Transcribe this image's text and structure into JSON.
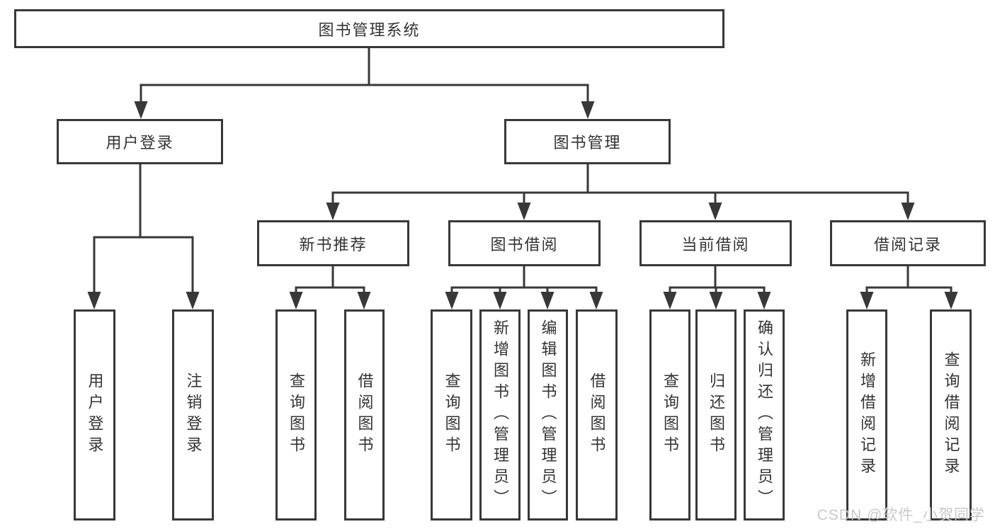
{
  "diagram": {
    "root": {
      "label": "图书管理系统"
    },
    "level2": [
      {
        "label": "用户登录"
      },
      {
        "label": "图书管理"
      }
    ],
    "level3": [
      {
        "label": "新书推荐"
      },
      {
        "label": "图书借阅"
      },
      {
        "label": "当前借阅"
      },
      {
        "label": "借阅记录"
      }
    ],
    "leaves": {
      "group1": [
        {
          "label": "用户登录"
        },
        {
          "label": "注销登录"
        }
      ],
      "group2": [
        {
          "label": "查询图书"
        },
        {
          "label": "借阅图书"
        }
      ],
      "group3": [
        {
          "label": "查询图书"
        },
        {
          "label": "新增图书（管理员）"
        },
        {
          "label": "编辑图书（管理员）"
        },
        {
          "label": "借阅图书"
        }
      ],
      "group4": [
        {
          "label": "查询图书"
        },
        {
          "label": "归还图书"
        },
        {
          "label": "确认归还（管理员）"
        }
      ],
      "group5": [
        {
          "label": "新增借阅记录"
        },
        {
          "label": "查询借阅记录"
        }
      ]
    },
    "watermark": "CSDN @软件_小贺同学",
    "colors": {
      "line": "#383838",
      "text": "#333333",
      "watermark": "#c9c9c9",
      "background": "#ffffff"
    }
  }
}
